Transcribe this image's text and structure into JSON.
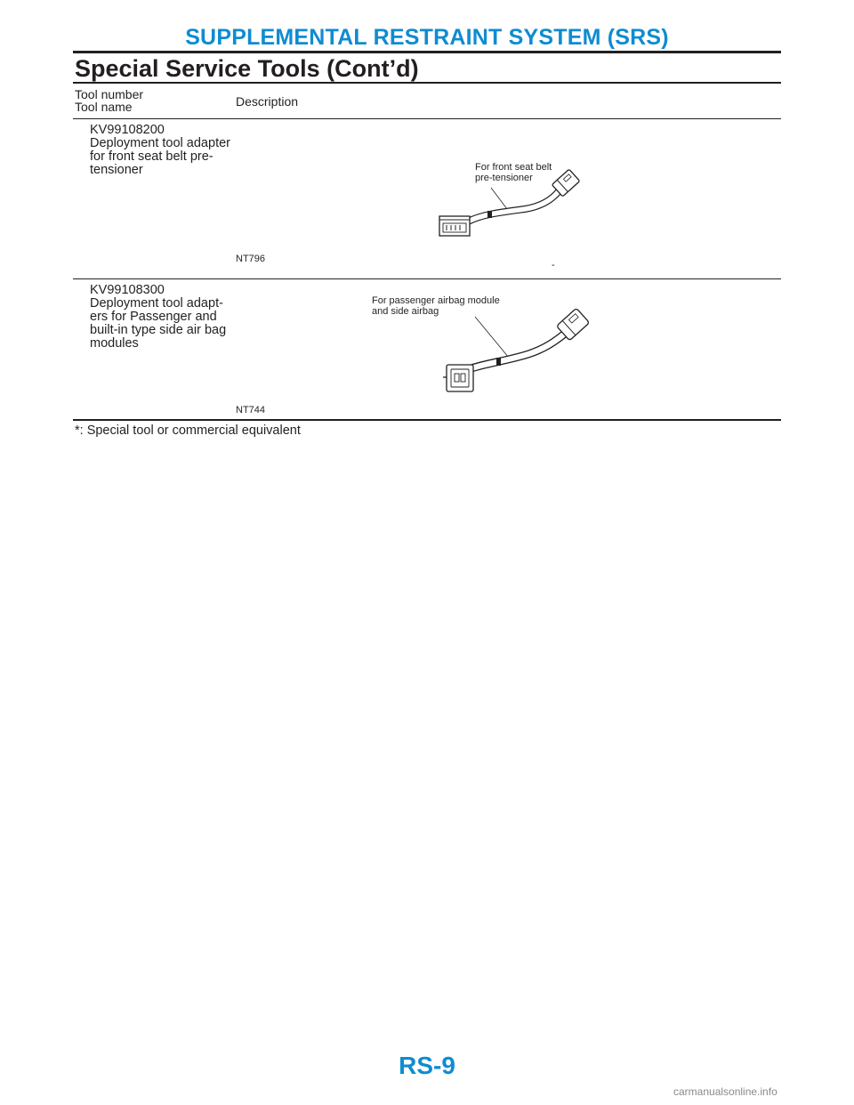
{
  "header": {
    "title": "SUPPLEMENTAL RESTRAINT SYSTEM (SRS)",
    "section": "Special Service Tools (Cont’d)"
  },
  "table": {
    "columns": {
      "tool_line1": "Tool number",
      "tool_line2": "Tool name",
      "description": "Description"
    },
    "rows": [
      {
        "number": "KV99108200",
        "name_lines": [
          "Deployment tool adapter",
          "for front seat belt pre-",
          "tensioner"
        ],
        "figure_code": "NT796",
        "callout_lines": [
          "For front seat belt",
          "pre-tensioner"
        ],
        "stray_mark": "-"
      },
      {
        "number": "KV99108300",
        "name_lines": [
          "Deployment tool adapt-",
          "ers for Passenger and",
          "built-in type side air bag",
          "modules"
        ],
        "figure_code": "NT744",
        "callout_lines": [
          "For passenger airbag module",
          "and side airbag"
        ]
      }
    ],
    "footnote": "*: Special tool or commercial equivalent"
  },
  "page_number": "RS-9",
  "watermark": "carmanualsonline.info"
}
